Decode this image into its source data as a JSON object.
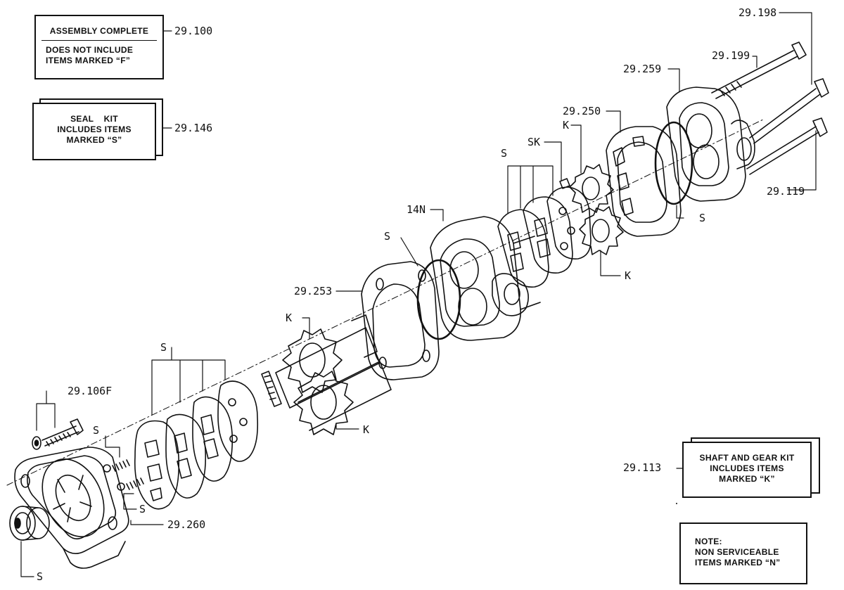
{
  "notes": {
    "assembly": {
      "line1": "ASSEMBLY COMPLETE",
      "line2": "DOES NOT INCLUDE",
      "line3": "ITEMS MARKED “F”",
      "ref": "29.100"
    },
    "seal_kit": {
      "line1": "SEAL    KIT",
      "line2": "INCLUDES ITEMS",
      "line3": "MARKED “S”",
      "ref": "29.146"
    },
    "shaft_gear_kit": {
      "line1": "SHAFT AND GEAR KIT",
      "line2": "INCLUDES ITEMS",
      "line3": "MARKED “K”",
      "ref": "29.113"
    },
    "note": {
      "line1": "NOTE:",
      "line2": "NON SERVICEABLE",
      "line3": "ITEMS MARKED “N”"
    }
  },
  "callouts": {
    "ref_198": "29.198",
    "ref_199": "29.199",
    "ref_259": "29.259",
    "ref_250": "29.250",
    "ref_119": "29.119",
    "ref_253": "29.253",
    "ref_14n": "14N",
    "ref_106f": "29.106F",
    "ref_260": "29.260",
    "sk": "SK",
    "k_top": "K",
    "k_right": "K",
    "k_shaft": "K",
    "k_lower": "K",
    "s_top_group": "S",
    "s_right_oring": "S",
    "s_body_oring": "S",
    "s_group_left": "S",
    "s_spring_top": "S",
    "s_spring_bottom": "S",
    "s_bearing": "S"
  }
}
